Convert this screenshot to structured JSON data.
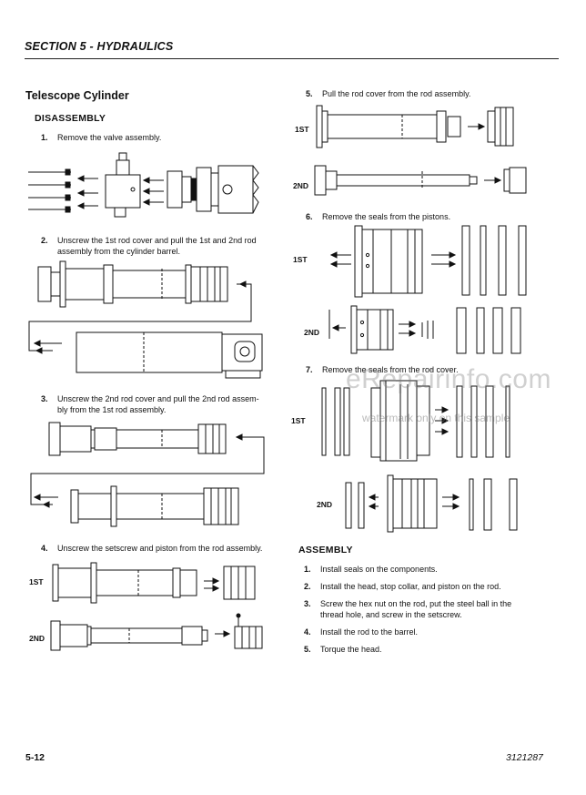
{
  "header": {
    "section": "SECTION 5 - HYDRAULICS"
  },
  "title": "Telescope Cylinder",
  "disassembly": {
    "heading": "DISASSEMBLY",
    "steps": [
      {
        "num": "1.",
        "text": "Remove the valve assembly."
      },
      {
        "num": "2.",
        "text_line1": "Unscrew the 1st rod cover and pull the 1st and 2nd rod",
        "text_line2": "assembly from the cylinder barrel."
      },
      {
        "num": "3.",
        "text_line1": "Unscrew the 2nd rod cover and pull the 2nd rod assem-",
        "text_line2": "bly from the 1st rod assembly."
      },
      {
        "num": "4.",
        "text": "Unscrew the setscrew and piston from the rod assembly."
      },
      {
        "num": "5.",
        "text": "Pull the rod cover from the rod assembly."
      },
      {
        "num": "6.",
        "text": "Remove the seals from the pistons."
      },
      {
        "num": "7.",
        "text": "Remove the seals from the rod cover."
      }
    ]
  },
  "stage_labels": {
    "first": "1ST",
    "second": "2ND"
  },
  "assembly": {
    "heading": "ASSEMBLY",
    "steps": [
      {
        "num": "1.",
        "text": "Install seals on the components."
      },
      {
        "num": "2.",
        "text": "Install the head, stop collar, and piston on the rod."
      },
      {
        "num": "3.",
        "text_line1": "Screw the hex nut on the rod, put the steel ball in the",
        "text_line2": "thread hole, and screw in the setscrew."
      },
      {
        "num": "4.",
        "text": "Install the rod to the barrel."
      },
      {
        "num": "5.",
        "text": "Torque the head."
      }
    ]
  },
  "watermark": {
    "main": "eRepairinfo.com",
    "sub": "watermark only on this sample"
  },
  "footer": {
    "page": "5-12",
    "doc_number": "3121287"
  }
}
